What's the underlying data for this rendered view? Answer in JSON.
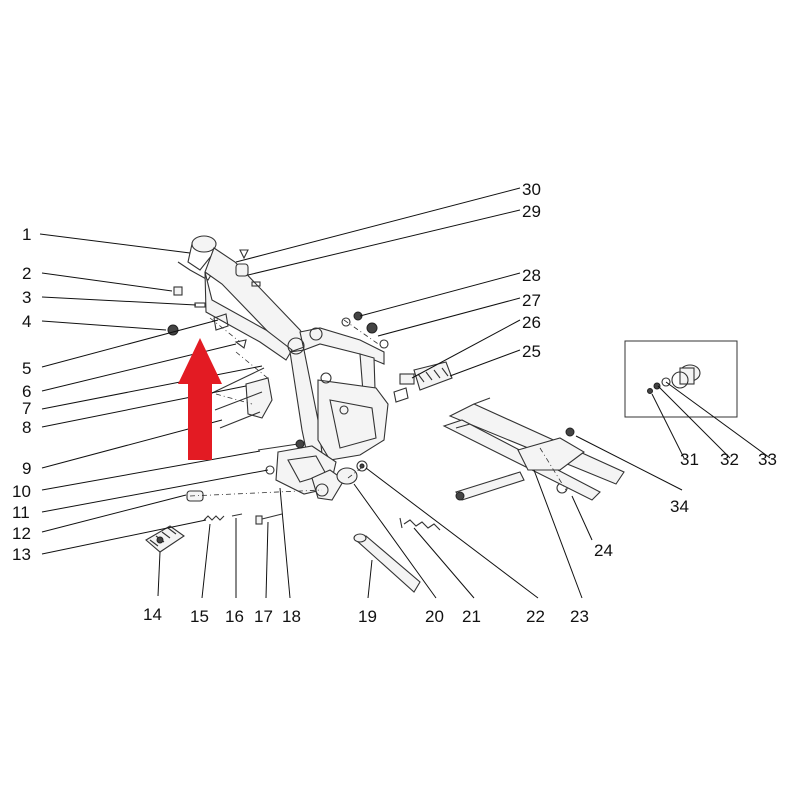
{
  "callouts": [
    {
      "id": "c1",
      "label": "1"
    },
    {
      "id": "c2",
      "label": "2"
    },
    {
      "id": "c3",
      "label": "3"
    },
    {
      "id": "c4",
      "label": "4"
    },
    {
      "id": "c5",
      "label": "5"
    },
    {
      "id": "c6",
      "label": "6"
    },
    {
      "id": "c7",
      "label": "7"
    },
    {
      "id": "c8",
      "label": "8"
    },
    {
      "id": "c9",
      "label": "9"
    },
    {
      "id": "c10",
      "label": "10"
    },
    {
      "id": "c11",
      "label": "11"
    },
    {
      "id": "c12",
      "label": "12"
    },
    {
      "id": "c13",
      "label": "13"
    },
    {
      "id": "c14",
      "label": "14"
    },
    {
      "id": "c15",
      "label": "15"
    },
    {
      "id": "c16",
      "label": "16"
    },
    {
      "id": "c17",
      "label": "17"
    },
    {
      "id": "c18",
      "label": "18"
    },
    {
      "id": "c19",
      "label": "19"
    },
    {
      "id": "c20",
      "label": "20"
    },
    {
      "id": "c21",
      "label": "21"
    },
    {
      "id": "c22",
      "label": "22"
    },
    {
      "id": "c23",
      "label": "23"
    },
    {
      "id": "c24",
      "label": "24"
    },
    {
      "id": "c25",
      "label": "25"
    },
    {
      "id": "c26",
      "label": "26"
    },
    {
      "id": "c27",
      "label": "27"
    },
    {
      "id": "c28",
      "label": "28"
    },
    {
      "id": "c29",
      "label": "29"
    },
    {
      "id": "c30",
      "label": "30"
    },
    {
      "id": "c31",
      "label": "31"
    },
    {
      "id": "c32",
      "label": "32"
    },
    {
      "id": "c33",
      "label": "33"
    },
    {
      "id": "c34",
      "label": "34"
    }
  ],
  "highlight": {
    "arrow_color": "#e31b23",
    "points_to": "3",
    "icon": "up-arrow-icon"
  },
  "colors": {
    "background": "#ffffff",
    "line": "#333333"
  }
}
